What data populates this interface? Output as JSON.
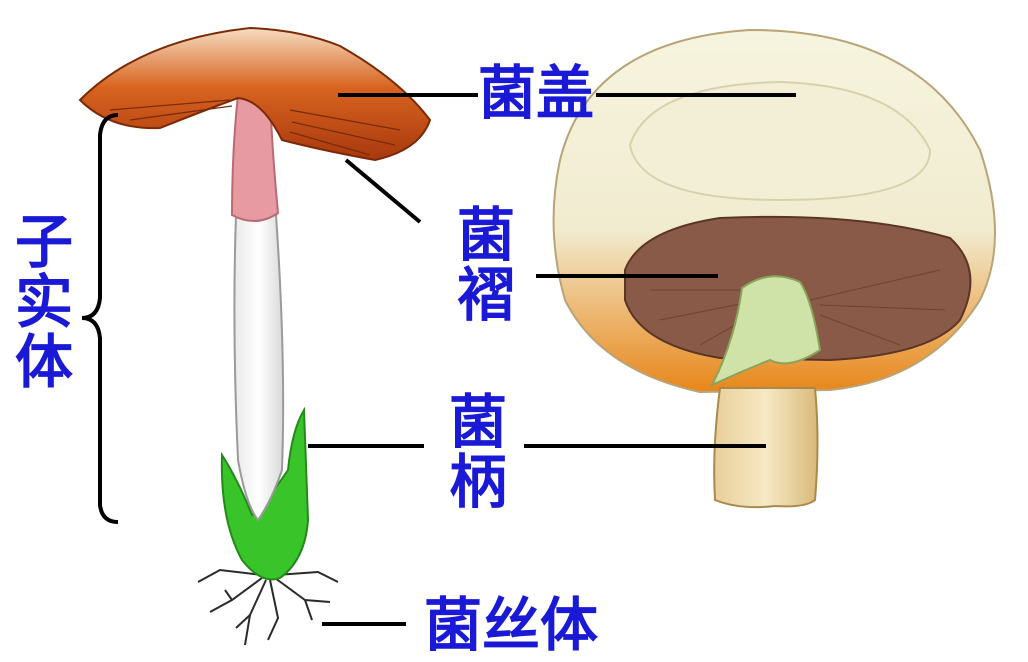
{
  "labels": {
    "cap": "菌盖",
    "gills": "菌褶",
    "stalk": "菌柄",
    "mycelium": "菌丝体",
    "fruiting_body": "子实体"
  },
  "colors": {
    "label_text": "#1a1ad6",
    "leader_line": "#000000",
    "cap_left": "#c24a14",
    "cap_top": "#f3d6b4",
    "stalk_top": "#e89aa2",
    "volva": "#39c42a",
    "cap_right_outer": "#e8891c",
    "cap_right_inner": "#f5f2da",
    "gills_right": "#8a5a48",
    "stalk_right": "#efdcae"
  }
}
